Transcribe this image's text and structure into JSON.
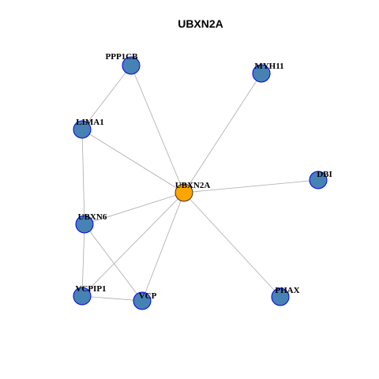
{
  "title": "UBXN2A",
  "colors": {
    "center_fill": "#ffa500",
    "center_stroke": "#333333",
    "node_fill": "#4682b4",
    "node_stroke": "#0000ee",
    "edge": "#aaaaaa"
  },
  "nodes": [
    {
      "id": "UBXN2A",
      "label": "UBXN2A",
      "center": true
    },
    {
      "id": "PPP1CB",
      "label": "PPP1CB"
    },
    {
      "id": "MYH11",
      "label": "MYH11"
    },
    {
      "id": "LIMA1",
      "label": "LIMA1"
    },
    {
      "id": "DBI",
      "label": "DBI"
    },
    {
      "id": "UBXN6",
      "label": "UBXN6"
    },
    {
      "id": "VCPIP1",
      "label": "VCPIP1"
    },
    {
      "id": "VCP",
      "label": "VCP"
    },
    {
      "id": "PHAX",
      "label": "PHAX"
    }
  ],
  "edges": [
    [
      "UBXN2A",
      "PPP1CB"
    ],
    [
      "UBXN2A",
      "MYH11"
    ],
    [
      "UBXN2A",
      "LIMA1"
    ],
    [
      "UBXN2A",
      "DBI"
    ],
    [
      "UBXN2A",
      "UBXN6"
    ],
    [
      "UBXN2A",
      "VCPIP1"
    ],
    [
      "UBXN2A",
      "VCP"
    ],
    [
      "UBXN2A",
      "PHAX"
    ],
    [
      "PPP1CB",
      "LIMA1"
    ],
    [
      "LIMA1",
      "UBXN6"
    ],
    [
      "UBXN6",
      "VCPIP1"
    ],
    [
      "UBXN6",
      "VCP"
    ],
    [
      "VCPIP1",
      "VCP"
    ]
  ]
}
